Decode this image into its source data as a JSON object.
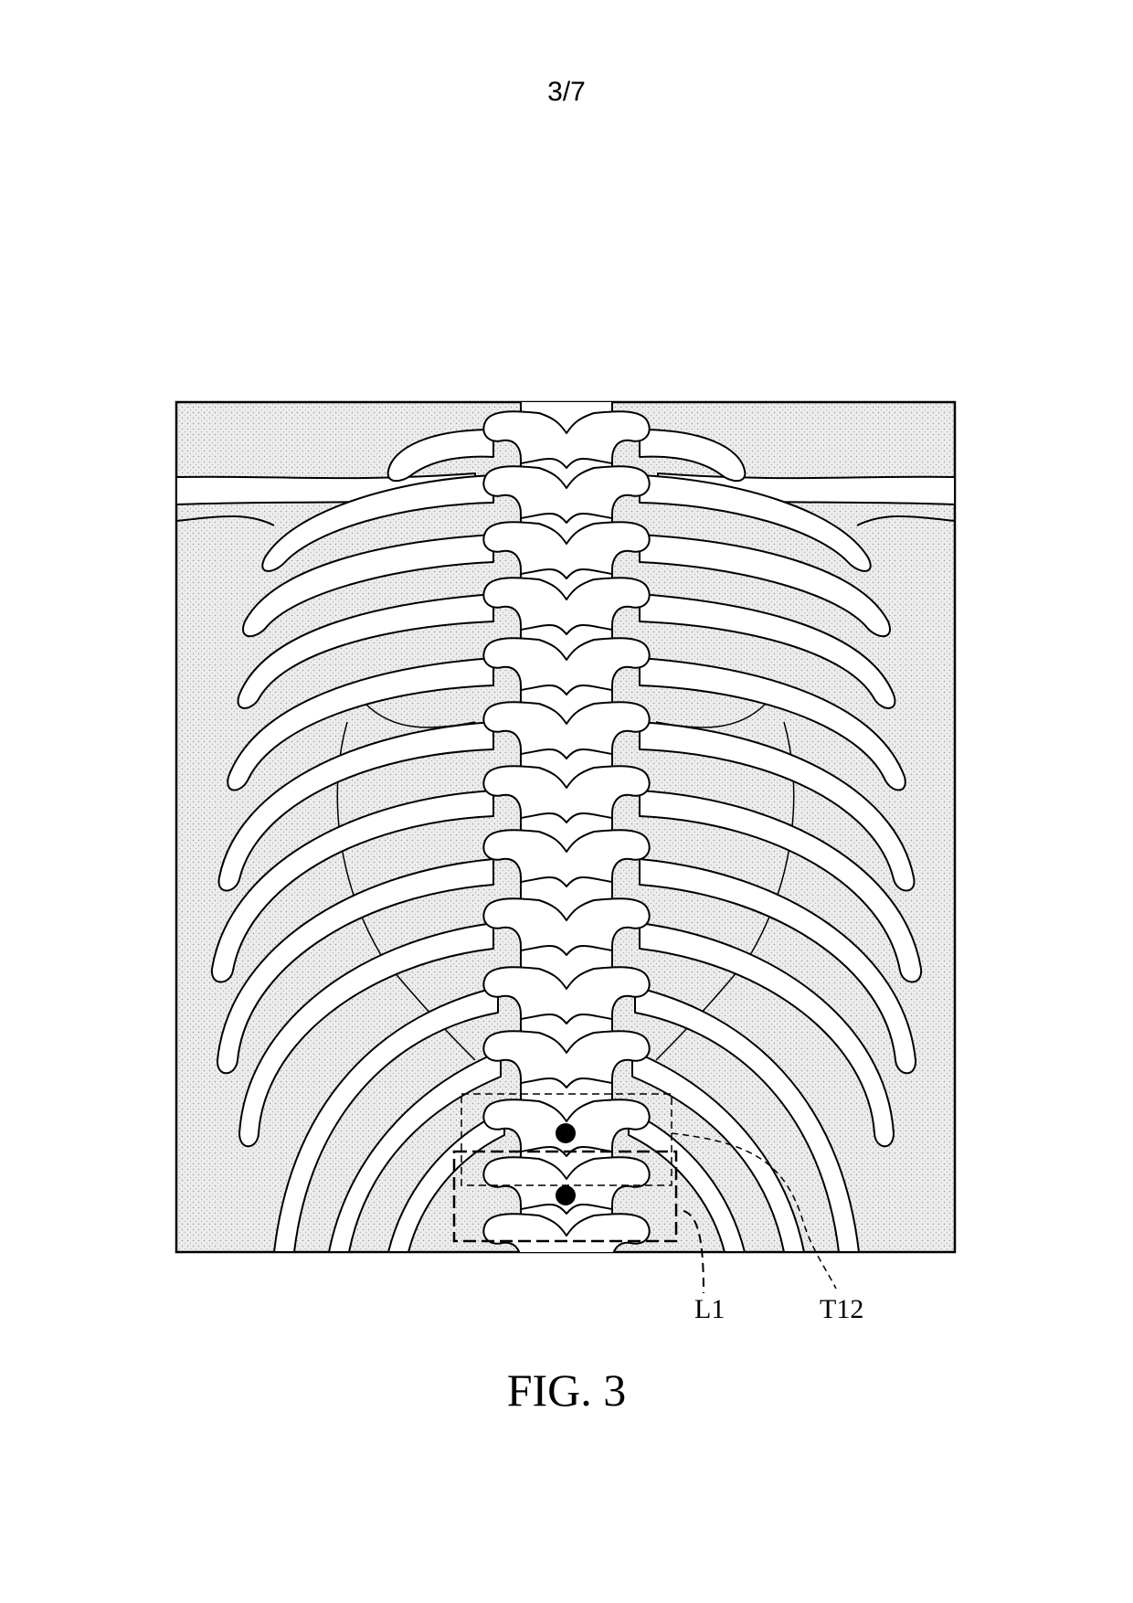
{
  "page": {
    "number": "3/7"
  },
  "figure": {
    "caption": "FIG. 3",
    "labels": {
      "l1": "L1",
      "t12": "T12"
    },
    "colors": {
      "background_fill": "#e9e9e9",
      "line": "#000000",
      "bone": "#ffffff"
    }
  }
}
